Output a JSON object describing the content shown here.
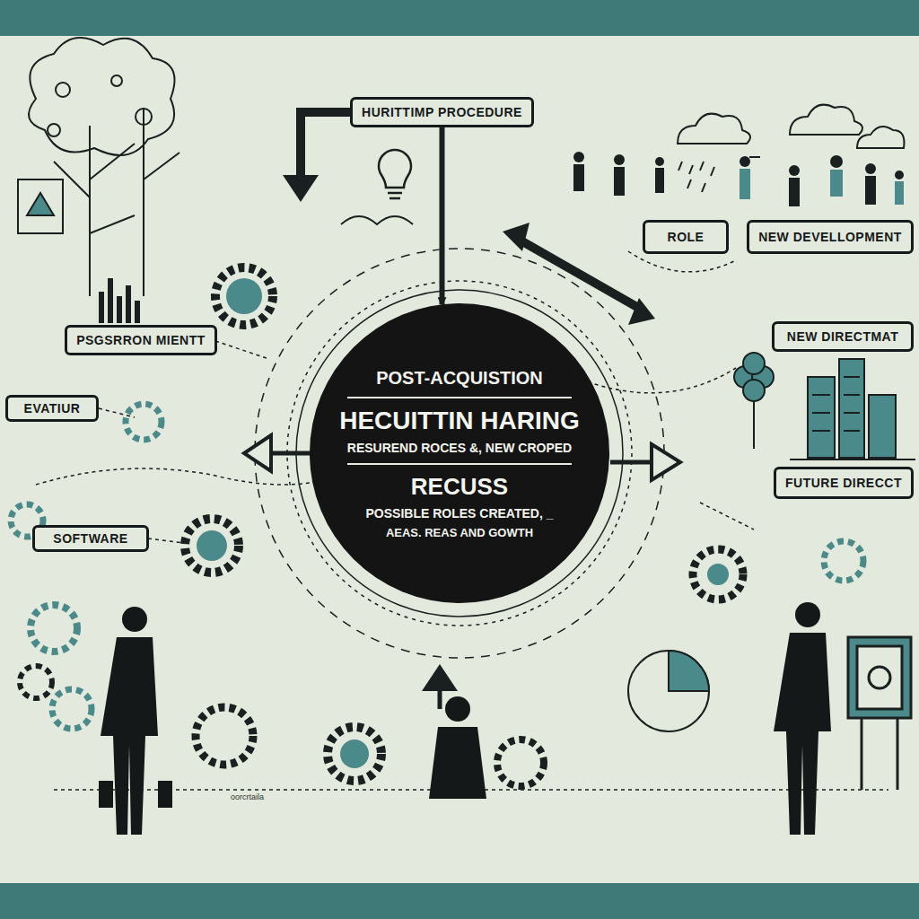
{
  "diagram": {
    "nodes": [
      {
        "text": [
          "HURITTIMP PROCEDURE"
        ]
      },
      {
        "text": [
          "ROLE"
        ]
      },
      {
        "text": [
          "NEW DEVELLOPMENT"
        ]
      },
      {
        "text": [
          "PSGSRRON MIENTT"
        ]
      },
      {
        "text": [
          "NEW DIRECTMAT"
        ]
      },
      {
        "text": [
          "POST-ACQUISTION",
          "HECUITTIN HARING",
          "RESUREND ROCES &, NEW CROPED",
          "RECUSS",
          "POSSIBLE ROLES CREATED, _",
          "AEAS. REAS AND GOWTH"
        ]
      },
      {
        "text": [
          "EVATIUR"
        ]
      },
      {
        "text": [
          "FUTURE DIRECCT"
        ]
      },
      {
        "text": [
          "SOFTWARE"
        ]
      }
    ],
    "edges": [
      {
        "from": 0,
        "to": 5,
        "arrow": "to"
      }
    ],
    "labels": [
      "oorcrtaila"
    ]
  }
}
